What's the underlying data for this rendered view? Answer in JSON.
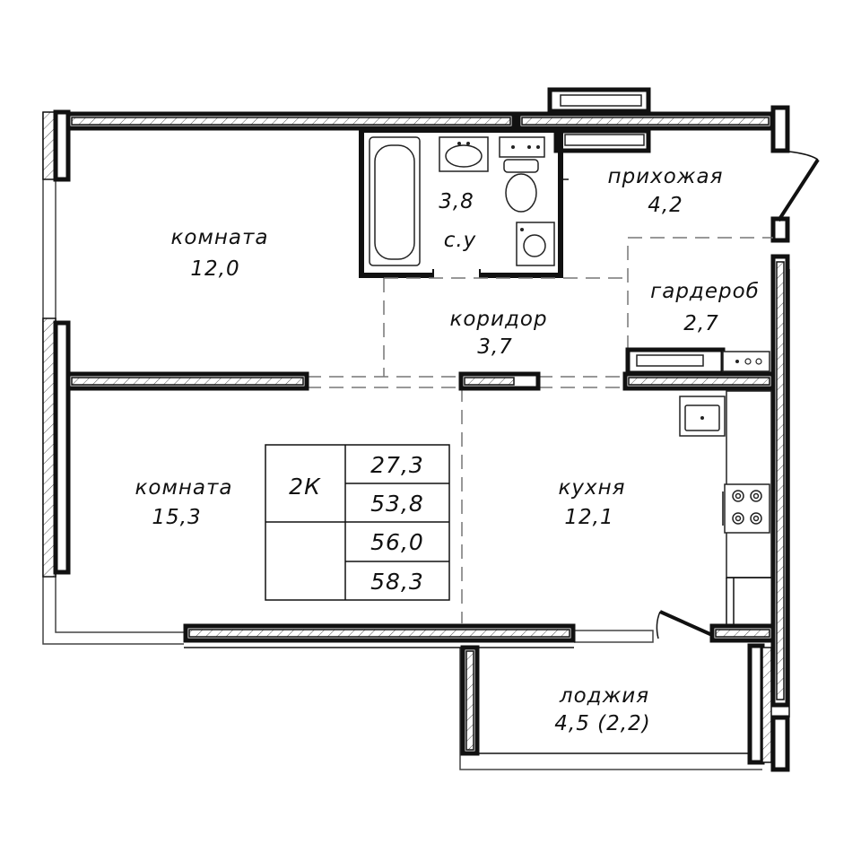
{
  "rooms": {
    "room1": {
      "name": "комната",
      "area": "12,0"
    },
    "room2": {
      "name": "комната",
      "area": "15,3"
    },
    "bathroom": {
      "area": "3,8",
      "name": "с.у"
    },
    "hallway": {
      "name": "прихожая",
      "area": "4,2"
    },
    "wardrobe": {
      "name": "гардероб",
      "area": "2,7"
    },
    "corridor": {
      "name": "коридор",
      "area": "3,7"
    },
    "kitchen": {
      "name": "кухня",
      "area": "12,1"
    },
    "loggia": {
      "name": "лоджия",
      "area": "4,5 (2,2)"
    }
  },
  "summary_table": {
    "type": "2К",
    "values": [
      "27,3",
      "53,8",
      "56,0",
      "58,3"
    ]
  },
  "colors": {
    "wall": "#111111",
    "background": "#ffffff",
    "dash": "#777777"
  }
}
